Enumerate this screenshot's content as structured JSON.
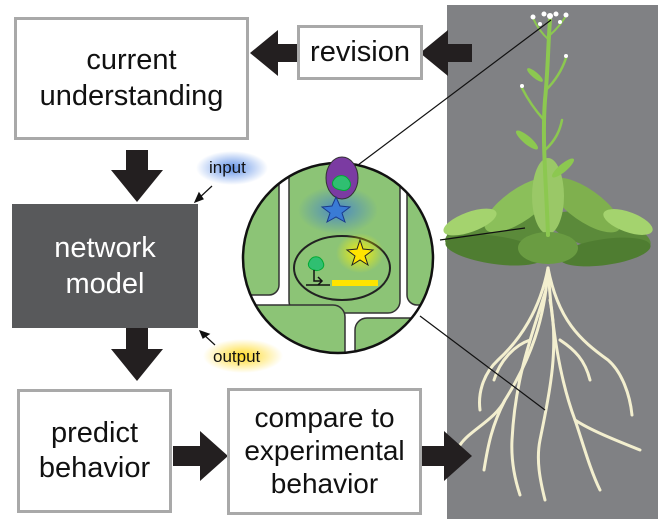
{
  "boxes": {
    "current_understanding": [
      "current",
      "understanding"
    ],
    "revision": "revision",
    "network_model": [
      "network",
      "model"
    ],
    "predict_behavior": [
      "predict",
      "behavior"
    ],
    "compare": [
      "compare to",
      "experimental",
      "behavior"
    ]
  },
  "labels": {
    "input": "input",
    "output": "output"
  },
  "colors": {
    "box_border": "#a9a9a9",
    "dark_box": "#58595b",
    "arrow": "#231f20",
    "plant_background": "#808184",
    "leaf_cell_green": "#8cc476",
    "input_glow": "#3a7bd5",
    "output_glow": "#ffd400"
  }
}
